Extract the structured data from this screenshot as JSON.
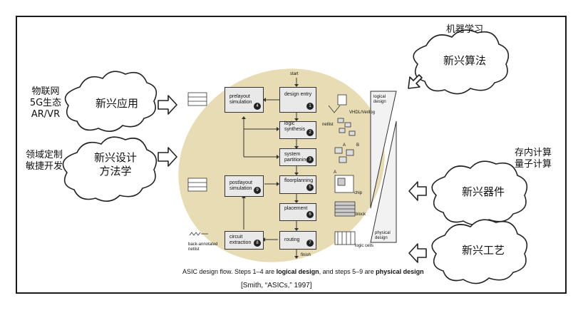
{
  "left_labels": {
    "top_lines": [
      "物联网",
      "5G生态",
      "AR/VR"
    ],
    "bottom_lines": [
      "领域定制",
      "敏捷开发"
    ]
  },
  "right_labels": {
    "top": "机器学习",
    "middle_lines": [
      "存内计算",
      "量子计算"
    ]
  },
  "clouds": {
    "new_app": "新兴应用",
    "new_design_lines": [
      "新兴设计",
      "方法学"
    ],
    "new_algo": "新兴算法",
    "new_device": "新兴器件",
    "new_process": "新兴工艺"
  },
  "flow": {
    "start": "start",
    "finish": "finish",
    "boxes": {
      "design_entry": {
        "label": "design entry",
        "num": "1"
      },
      "logic_synthesis": {
        "label": "logic synthesis",
        "num": "2"
      },
      "system_partitioning_lines": [
        "system",
        "partitioning"
      ],
      "system_partitioning_num": "3",
      "prelayout_lines": [
        "prelayout",
        "simulation"
      ],
      "prelayout_num": "4",
      "floorplanning": {
        "label": "floorplanning",
        "num": "5"
      },
      "placement": {
        "label": "placement",
        "num": "6"
      },
      "routing": {
        "label": "routing",
        "num": "7"
      },
      "circuit_extraction_lines": [
        "circuit",
        "extraction"
      ],
      "circuit_extraction_num": "8",
      "postlayout_lines": [
        "postlayout",
        "simulation"
      ],
      "postlayout_num": "9"
    },
    "annotations": {
      "vhdl": "VHDL/Verilog",
      "netlist": "netlist",
      "a": "A",
      "b": "B",
      "a2": "A",
      "chip": "chip",
      "block": "block",
      "logic_cells": "logic cells",
      "back_annotated_lines": [
        "back-annotated",
        "netlist"
      ],
      "logical_design_lines": [
        "logical",
        "design"
      ],
      "physical_design_lines": [
        "physical",
        "design"
      ]
    },
    "caption_plain": "ASIC design flow. Steps 1–4 are ",
    "caption_bold1": "logical design",
    "caption_mid": ", and steps 5–9 are ",
    "caption_bold2": "physical design",
    "citation": "[Smith, “ASICs,” 1997]"
  }
}
